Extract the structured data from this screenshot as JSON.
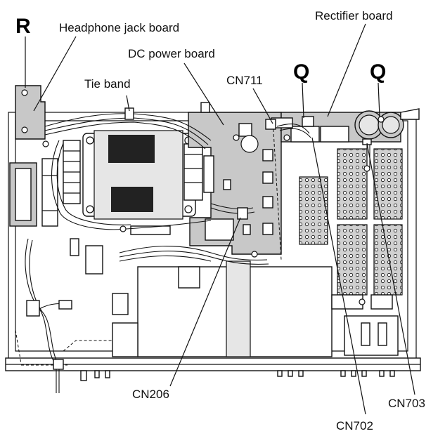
{
  "labels": {
    "marker_r": "R",
    "headphone_jack_board": "Headphone jack board",
    "dc_power_board": "DC power board",
    "tie_band": "Tie band",
    "cn711": "CN711",
    "marker_q_left": "Q",
    "marker_q_right": "Q",
    "rectifier_board": "Rectifier board",
    "cn206": "CN206",
    "cn703": "CN703",
    "cn702": "CN702"
  }
}
